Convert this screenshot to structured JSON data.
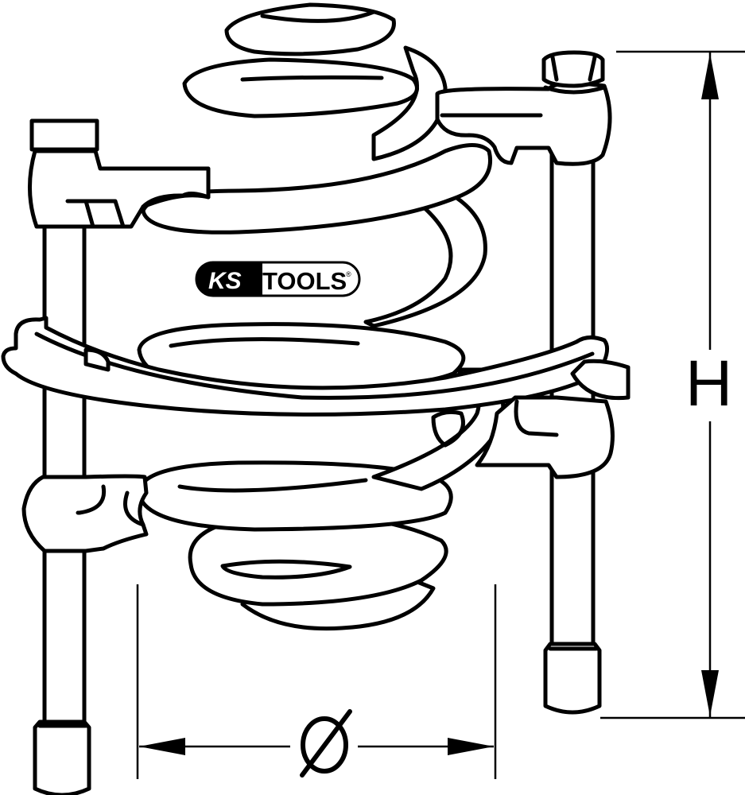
{
  "diagram": {
    "subject": "coil spring compressor",
    "line_color": "#000000",
    "background_color": "#ffffff"
  },
  "logo": {
    "left_text": "KS",
    "right_text": "TOOLS",
    "registered_mark": "®"
  },
  "dimensions": {
    "height_label": "H",
    "diameter_label": "Ø"
  }
}
